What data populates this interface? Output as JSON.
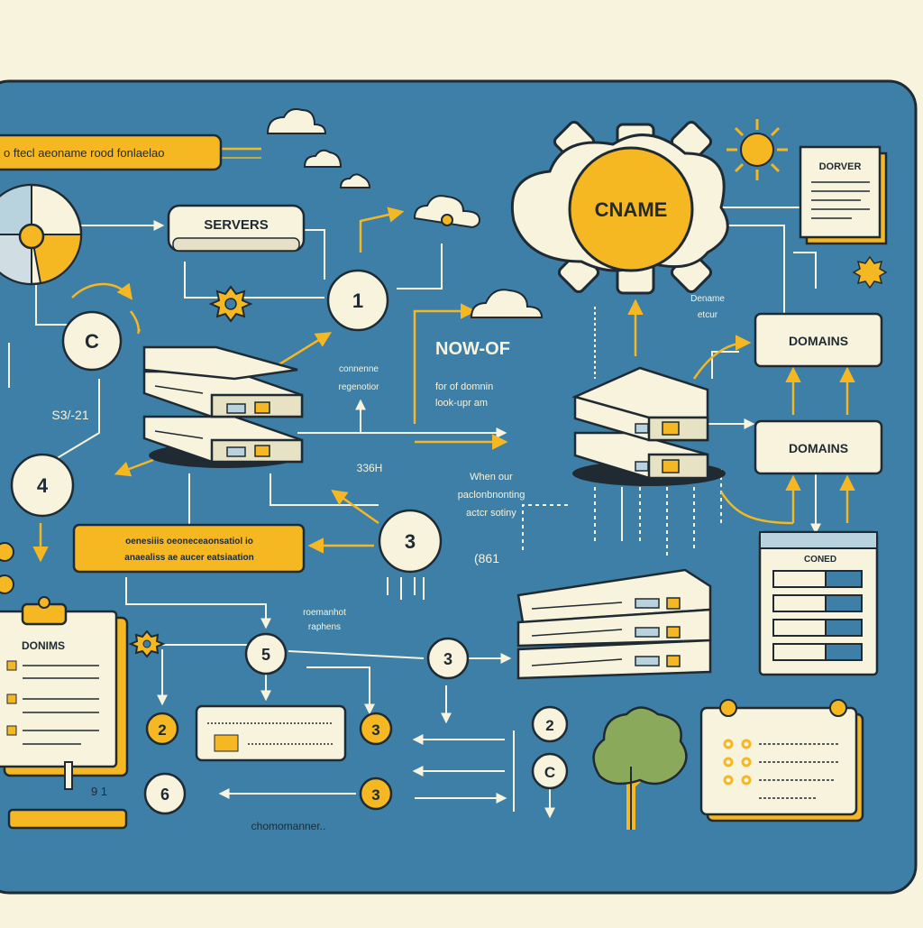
{
  "colors": {
    "background": "#f7f3dc",
    "panel": "#3d7fa6",
    "accent": "#f5b722",
    "outline": "#1f2a33",
    "card": "#f7f3dc"
  },
  "labels": {
    "top_banner": "o ftecl aeoname rood fonlaelao",
    "servers": "SERVERS",
    "cname": "CNAME",
    "dorver": "DORVER",
    "domains_1": "DOMAINS",
    "domains_2": "DOMAINS",
    "coned": "CONED",
    "donims": "DONIMS",
    "now_of": "NOW-OF",
    "domain_lookup_1": "for of domnin",
    "domain_lookup_2": "look-upr am",
    "resp_1": "connenne",
    "resp_2": "regenotior",
    "c_left": "C",
    "range_text": "S3/-21",
    "code_3364": "336H",
    "when_1": "When our",
    "when_2": "paclonbnonting",
    "when_3": "actcr sotiny",
    "paren_code": "(861",
    "orange_line_1": "oenesiiis oeoneceaonsatiol io",
    "orange_line_2": "anaealiss ae aucer eatsiaation",
    "roemanhot_1": "roemanhot",
    "roemanhot_2": "raphens",
    "dename_1": "Dename",
    "dename_2": "etcur",
    "footer": "chomomanner..",
    "ver_mark": "9 1"
  },
  "steps": {
    "s1": "1",
    "s3": "3",
    "s4": "4",
    "s5": "5",
    "s3b": "3",
    "s2a": "2",
    "s3c": "3",
    "s6": "6",
    "s3d": "3",
    "s2b": "2",
    "sc": "C"
  },
  "icons": [
    "cloud-icon",
    "sun-icon",
    "gear-icon",
    "server-stack-icon",
    "tree-icon",
    "clipboard-icon",
    "pie-chart-icon"
  ]
}
